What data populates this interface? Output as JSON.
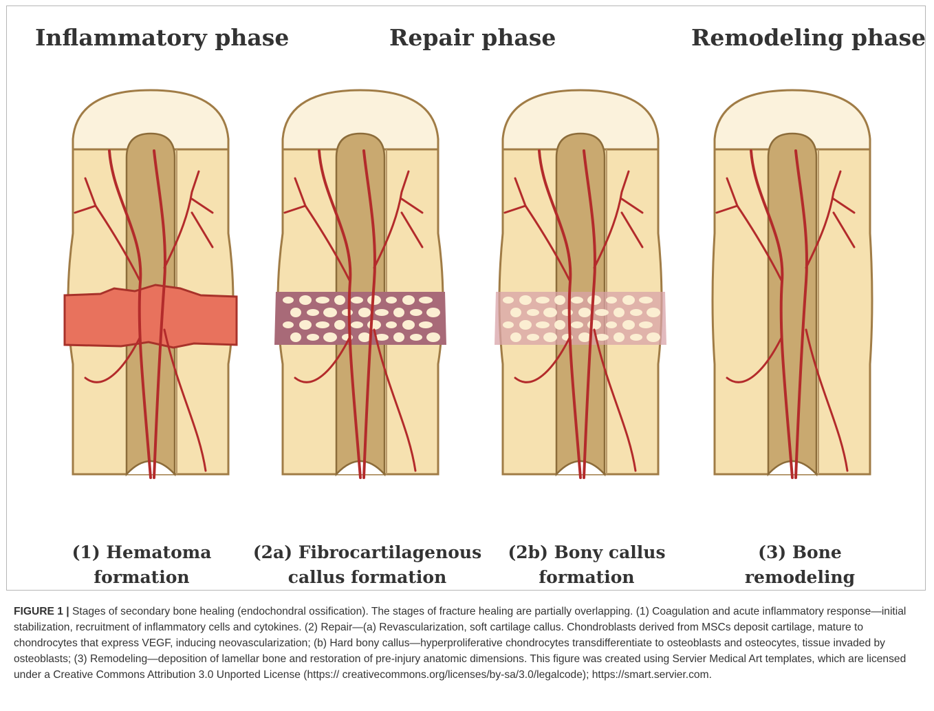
{
  "phases": {
    "inflammatory": "Inflammatory phase",
    "repair": "Repair phase",
    "remodeling": "Remodeling phase"
  },
  "stages": [
    {
      "line1": "(1) Hematoma",
      "line2": "formation"
    },
    {
      "line1": "(2a) Fibrocartilagenous",
      "line2": "callus formation"
    },
    {
      "line1": "(2b) Bony callus",
      "line2": "formation"
    },
    {
      "line1": "(3) Bone",
      "line2": "remodeling"
    }
  ],
  "caption": {
    "label": "FIGURE 1 |",
    "text": "Stages of secondary bone healing (endochondral ossification). The stages of fracture healing are partially overlapping. (1) Coagulation and acute inflammatory response—initial stabilization, recruitment of inflammatory cells and cytokines. (2) Repair—(a) Revascularization, soft cartilage callus. Chondroblasts derived from MSCs deposit cartilage, mature to chondrocytes that express VEGF, inducing neovascularization; (b) Hard bony callus—hyperproliferative chondrocytes transdifferentiate to osteoblasts and osteocytes, tissue invaded by osteoblasts; (3) Remodeling—deposition of lamellar bone and restoration of pre-injury anatomic dimensions. This figure was created using Servier Medical Art templates, which are licensed under a Creative Commons Attribution 3.0 Unported License (https:// creativecommons.org/licenses/by-sa/3.0/legalcode); https://smart.servier.com."
  },
  "colors": {
    "bone": "#f6e1b0",
    "bone_outline": "#a07c46",
    "medulla": "#c9a970",
    "vessel": "#b32b2b",
    "hematoma": "#e8725d",
    "callus": "#a86a78",
    "cap": "#fbf2dc"
  }
}
